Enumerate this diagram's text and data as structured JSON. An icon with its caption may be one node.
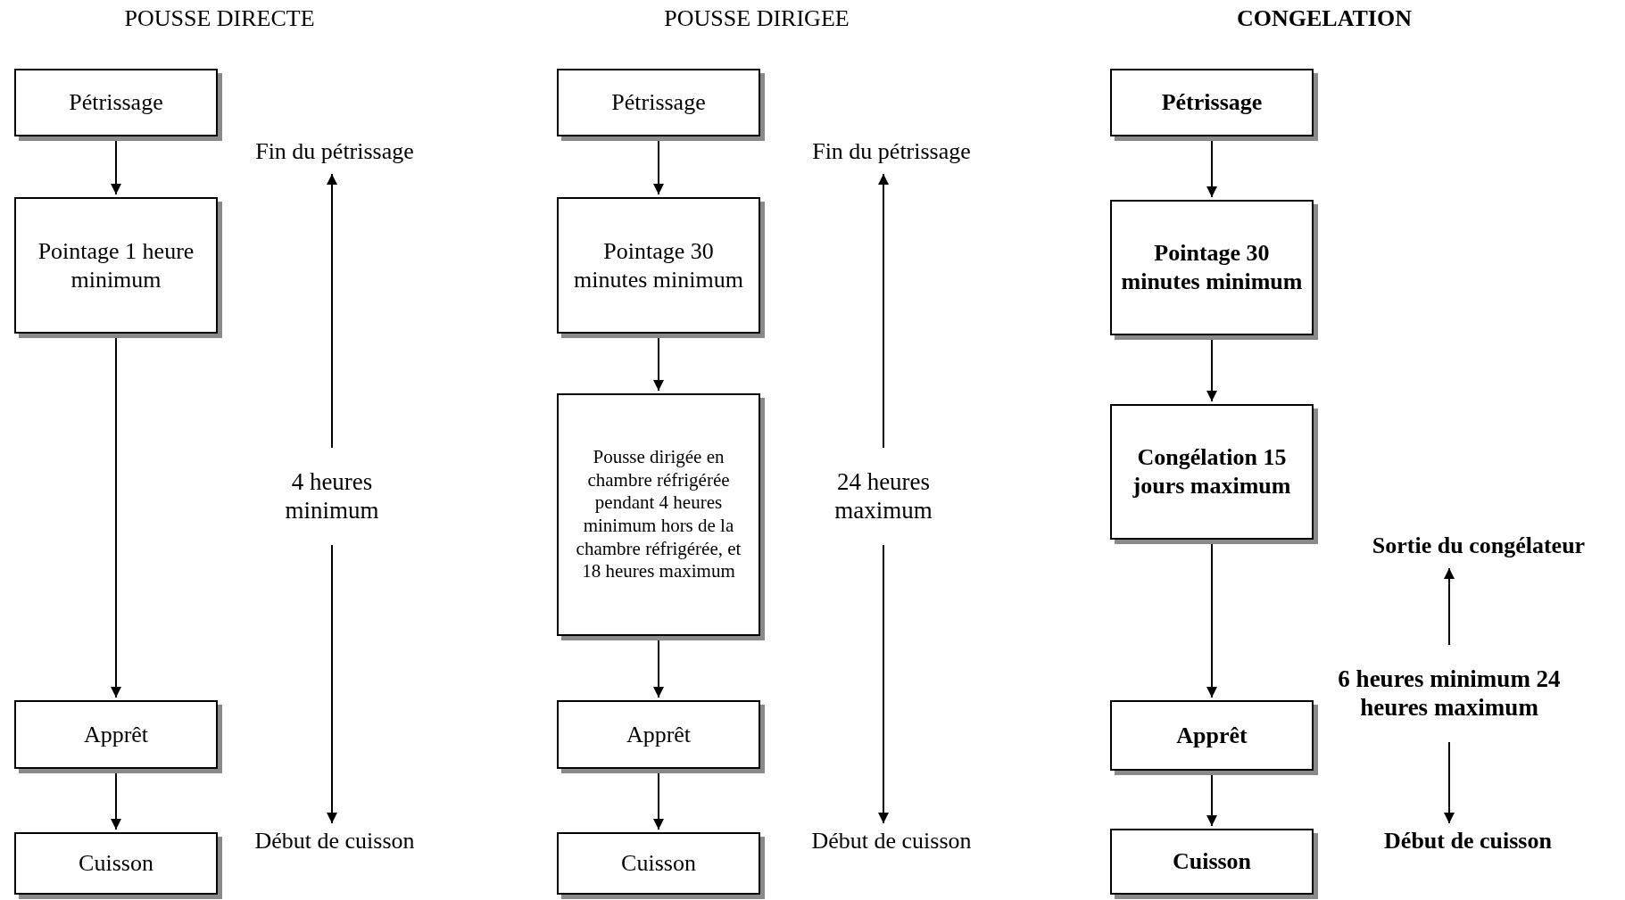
{
  "diagram": {
    "nodes": [
      {
        "text": [
          "Pétrissage"
        ]
      },
      {
        "text": [
          "Pointage 1 heure minimum"
        ]
      },
      {
        "text": [
          "Apprêt"
        ]
      },
      {
        "text": [
          "Cuisson"
        ]
      },
      {
        "text": [
          "Fin du pétrissage"
        ]
      },
      {
        "text": [
          "Début de cuisson"
        ]
      },
      {
        "text": [
          "Pétrissage"
        ]
      },
      {
        "text": [
          "Pointage 30 minutes minimum"
        ]
      },
      {
        "text": [
          "Pousse dirigée en chambre réfrigérée pendant 4 heures minimum hors de la chambre réfrigérée, et 18 heures maximum"
        ]
      },
      {
        "text": [
          "Apprêt"
        ]
      },
      {
        "text": [
          "Cuisson"
        ]
      },
      {
        "text": [
          "Fin du pétrissage"
        ]
      },
      {
        "text": [
          "Début de cuisson"
        ]
      },
      {
        "text": [
          "Pétrissage"
        ]
      },
      {
        "text": [
          "Pointage 30 minutes minimum"
        ]
      },
      {
        "text": [
          "Congélation 15 jours maximum"
        ]
      },
      {
        "text": [
          "Apprêt"
        ]
      },
      {
        "text": [
          "Cuisson"
        ]
      },
      {
        "text": [
          "Sortie du congélateur"
        ]
      },
      {
        "text": [
          "Début de cuisson"
        ]
      }
    ],
    "edges": [
      {
        "from": 0,
        "to": 1,
        "arrow": "to"
      },
      {
        "from": 1,
        "to": 2,
        "arrow": "to"
      },
      {
        "from": 2,
        "to": 3,
        "arrow": "to"
      },
      {
        "from": 4,
        "to": 5,
        "arrow": "both",
        "label": "4 heures minimum"
      },
      {
        "from": 6,
        "to": 7,
        "arrow": "to"
      },
      {
        "from": 7,
        "to": 8,
        "arrow": "to"
      },
      {
        "from": 8,
        "to": 9,
        "arrow": "to"
      },
      {
        "from": 9,
        "to": 10,
        "arrow": "to"
      },
      {
        "from": 11,
        "to": 12,
        "arrow": "both",
        "label": "24 heures maximum"
      },
      {
        "from": 13,
        "to": 14,
        "arrow": "to"
      },
      {
        "from": 14,
        "to": 15,
        "arrow": "to"
      },
      {
        "from": 15,
        "to": 16,
        "arrow": "to"
      },
      {
        "from": 16,
        "to": 17,
        "arrow": "to"
      },
      {
        "from": 18,
        "to": 19,
        "arrow": "both",
        "label": "6 heures minimum 24 heures maximum"
      }
    ],
    "labels": [
      "POUSSE DIRECTE",
      "POUSSE DIRIGEE",
      "CONGELATION"
    ]
  }
}
